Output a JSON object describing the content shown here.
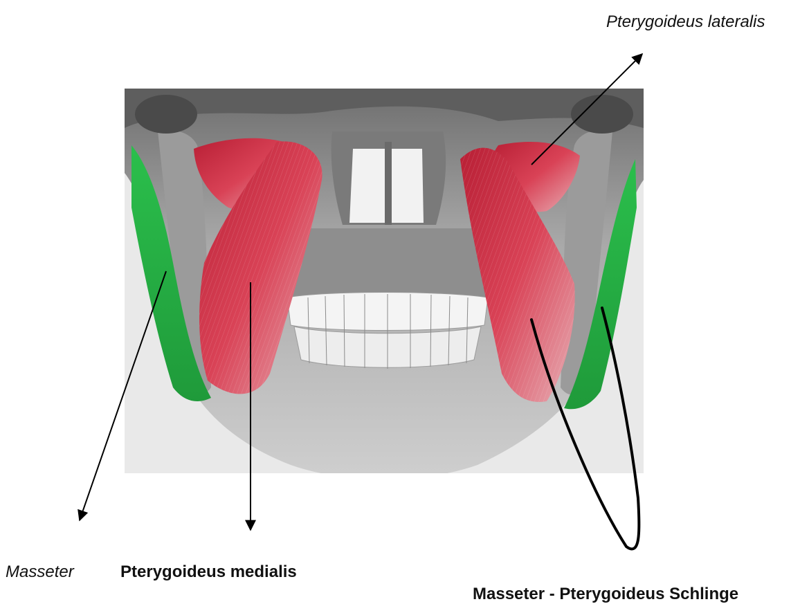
{
  "labels": {
    "pterygoideus_lateralis": "Pterygoideus lateralis",
    "masseter": "Masseter",
    "pterygoideus_medialis": "Pterygoideus medialis",
    "schlinge": "Masseter - Pterygoideus Schlinge"
  },
  "colors": {
    "muscle_red": "#c8283c",
    "muscle_green": "#2fb34a",
    "bone_grey": "#9a9a9a",
    "line": "#000000"
  }
}
